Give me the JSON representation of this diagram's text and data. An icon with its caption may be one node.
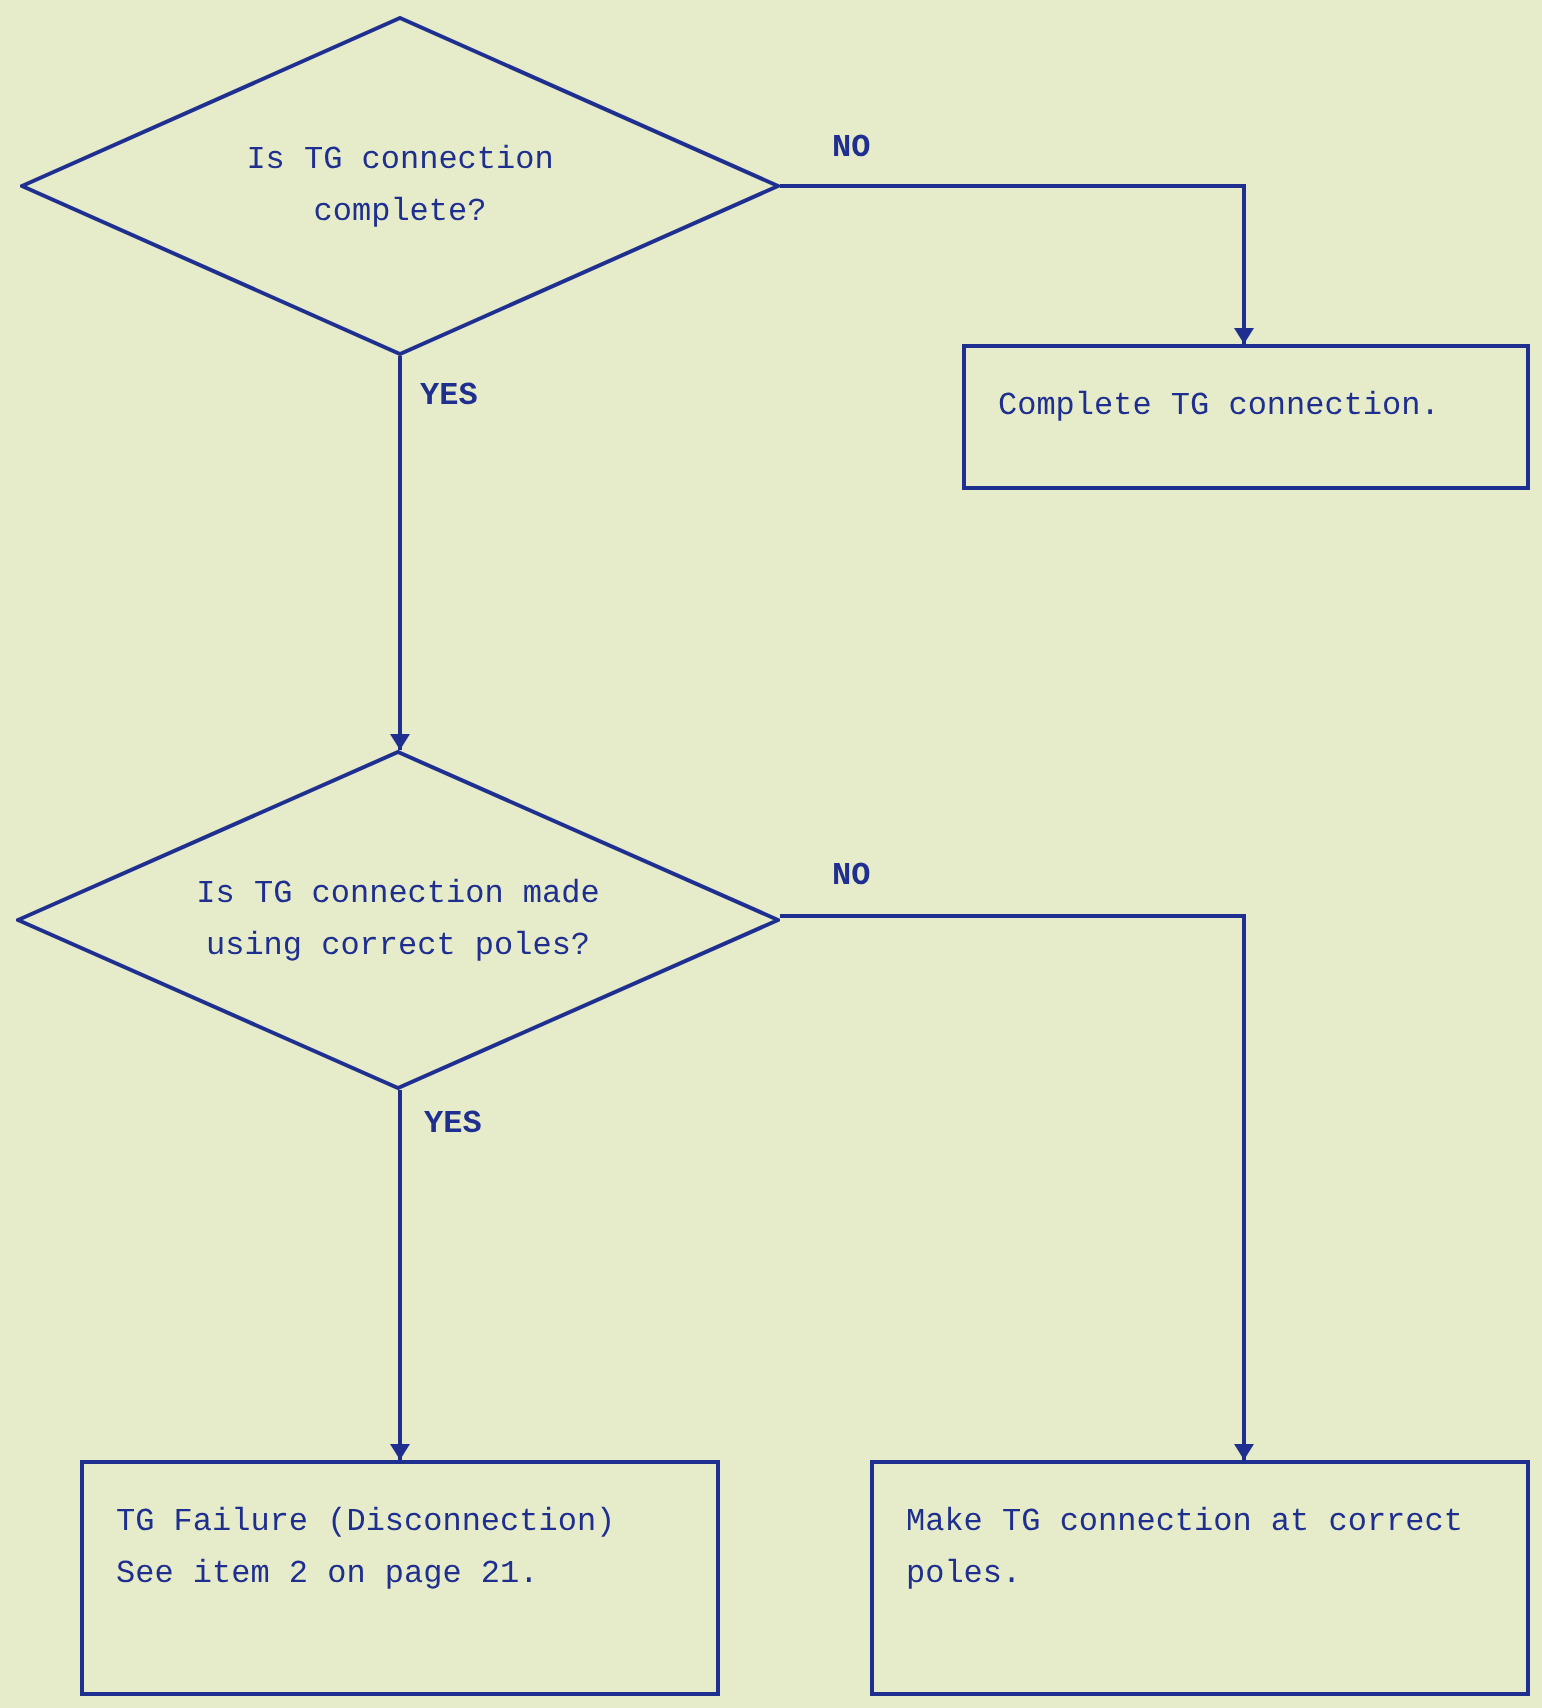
{
  "diagram": {
    "nodes": [
      {
        "text": [
          "Is TG connection complete?"
        ]
      },
      {
        "text": [
          "Complete TG connection."
        ]
      },
      {
        "text": [
          "Is TG connection made using correct poles?"
        ]
      },
      {
        "text": [
          "TG Failure (Disconnection) See item 2 on page 21."
        ]
      },
      {
        "text": [
          "Make TG connection at correct poles."
        ]
      }
    ],
    "edges": [
      {
        "from": 0,
        "to": 1,
        "arrow": "to",
        "label": "NO"
      },
      {
        "from": 0,
        "to": 2,
        "arrow": "to",
        "label": "YES"
      },
      {
        "from": 2,
        "to": 4,
        "arrow": "to",
        "label": "NO"
      },
      {
        "from": 2,
        "to": 3,
        "arrow": "to",
        "label": "YES"
      }
    ]
  }
}
